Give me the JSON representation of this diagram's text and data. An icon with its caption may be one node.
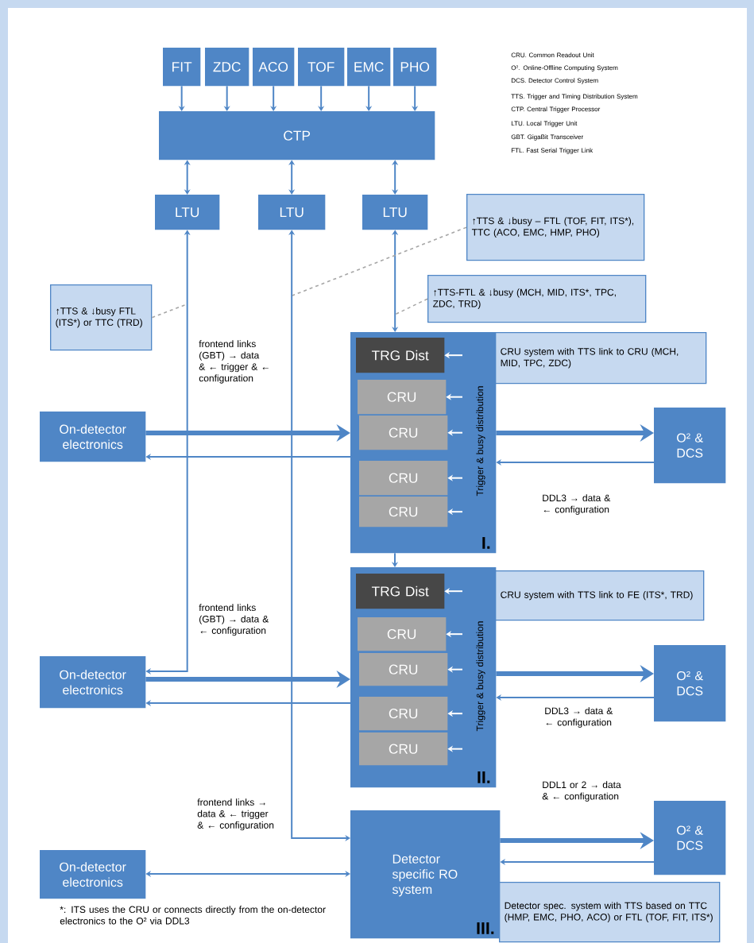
{
  "diagram": {
    "nodes": [
      {
        "text": [
          "FIT"
        ]
      },
      {
        "text": [
          "ZDC"
        ]
      },
      {
        "text": [
          "ACO"
        ]
      },
      {
        "text": [
          "TOF"
        ]
      },
      {
        "text": [
          "EMC"
        ]
      },
      {
        "text": [
          "PHO"
        ]
      },
      {
        "text": [
          "CTP"
        ]
      },
      {
        "text": [
          "LTU"
        ]
      },
      {
        "text": [
          "LTU"
        ]
      },
      {
        "text": [
          "LTU"
        ]
      },
      {
        "text": [
          "↑TTS & ↓busy – FTL (TOF, FIT, ITS*), TTC (ACO, EMC, HMP, PHO)"
        ]
      },
      {
        "text": [
          "↑TTS & ↓busy FTL (ITS*) or TTC (TRD)"
        ]
      },
      {
        "text": [
          "↑TTS-FTL & ↓busy (MCH, MID, ITS*, TPC, ZDC, TRD)"
        ]
      },
      {
        "text": [
          "Trigger & busy distribution",
          "I."
        ]
      },
      {
        "text": [
          "TRG Dist"
        ],
        "in": 13
      },
      {
        "text": [
          "CRU"
        ],
        "in": 13
      },
      {
        "text": [
          "CRU"
        ],
        "in": 13
      },
      {
        "text": [
          "CRU"
        ],
        "in": 13
      },
      {
        "text": [
          "CRU"
        ],
        "in": 13
      },
      {
        "text": [
          "CRU system with TTS link to CRU (MCH, MID, TPC, ZDC)"
        ]
      },
      {
        "text": [
          "On-detector electronics"
        ]
      },
      {
        "text": [
          "O² & DCS"
        ]
      },
      {
        "text": [
          "Trigger & busy distribution",
          "II."
        ]
      },
      {
        "text": [
          "TRG Dist"
        ],
        "in": 22
      },
      {
        "text": [
          "CRU"
        ],
        "in": 22
      },
      {
        "text": [
          "CRU"
        ],
        "in": 22
      },
      {
        "text": [
          "CRU"
        ],
        "in": 22
      },
      {
        "text": [
          "CRU"
        ],
        "in": 22
      },
      {
        "text": [
          "CRU system with TTS link to FE (ITS*, TRD)"
        ]
      },
      {
        "text": [
          "On-detector electronics"
        ]
      },
      {
        "text": [
          "O² & DCS"
        ]
      },
      {
        "text": [
          "Detector specific RO system",
          "III."
        ]
      },
      {
        "text": [
          "On-detector electronics"
        ]
      },
      {
        "text": [
          "O² & DCS"
        ]
      },
      {
        "text": [
          "Detector spec. system with TTS based on TTC (HMP, EMC, PHO, ACO) or FTL (TOF, FIT, ITS*)"
        ]
      }
    ],
    "edges": [
      {
        "from": 0,
        "to": 6,
        "arrow": "to"
      },
      {
        "from": 1,
        "to": 6,
        "arrow": "to"
      },
      {
        "from": 2,
        "to": 6,
        "arrow": "to"
      },
      {
        "from": 3,
        "to": 6,
        "arrow": "to"
      },
      {
        "from": 4,
        "to": 6,
        "arrow": "to"
      },
      {
        "from": 5,
        "to": 6,
        "arrow": "to"
      },
      {
        "from": 6,
        "to": 7,
        "arrow": "both"
      },
      {
        "from": 6,
        "to": 8,
        "arrow": "both"
      },
      {
        "from": 6,
        "to": 9,
        "arrow": "both"
      },
      {
        "from": 7,
        "to": 29,
        "arrow": "both"
      },
      {
        "from": 8,
        "to": 31,
        "arrow": "both"
      },
      {
        "from": 9,
        "to": 13,
        "arrow": "both"
      },
      {
        "from": 13,
        "to": 22,
        "arrow": "to"
      },
      {
        "from": 20,
        "to": 13,
        "arrow": "to",
        "style": "thick"
      },
      {
        "from": 13,
        "to": 20,
        "arrow": "to"
      },
      {
        "from": 13,
        "to": 21,
        "arrow": "to",
        "style": "thick"
      },
      {
        "from": 21,
        "to": 13,
        "arrow": "to"
      },
      {
        "from": 29,
        "to": 22,
        "arrow": "to",
        "style": "thick"
      },
      {
        "from": 22,
        "to": 29,
        "arrow": "to"
      },
      {
        "from": 22,
        "to": 30,
        "arrow": "to",
        "style": "thick"
      },
      {
        "from": 30,
        "to": 22,
        "arrow": "to"
      },
      {
        "from": 32,
        "to": 31,
        "arrow": "both"
      },
      {
        "from": 31,
        "to": 33,
        "arrow": "to",
        "style": "thick"
      },
      {
        "from": 33,
        "to": 31,
        "arrow": "to"
      },
      {
        "from": 11,
        "to": null,
        "arrow": "none",
        "style": "dashed",
        "color": "#a6a6a6"
      },
      {
        "from": 10,
        "to": null,
        "arrow": "none",
        "style": "dashed",
        "color": "#a6a6a6"
      },
      {
        "from": 12,
        "to": null,
        "arrow": "none",
        "style": "dashed",
        "color": "#a6a6a6"
      },
      {
        "from": null,
        "to": 14,
        "arrow": "to",
        "color": "#ffffff"
      },
      {
        "from": null,
        "to": 15,
        "arrow": "to",
        "color": "#ffffff"
      },
      {
        "from": null,
        "to": 16,
        "arrow": "to",
        "color": "#ffffff"
      },
      {
        "from": null,
        "to": 17,
        "arrow": "to",
        "color": "#ffffff"
      },
      {
        "from": null,
        "to": 18,
        "arrow": "to",
        "color": "#ffffff"
      },
      {
        "from": null,
        "to": 23,
        "arrow": "to",
        "color": "#ffffff"
      },
      {
        "from": null,
        "to": 24,
        "arrow": "to",
        "color": "#ffffff"
      },
      {
        "from": null,
        "to": 25,
        "arrow": "to",
        "color": "#ffffff"
      },
      {
        "from": null,
        "to": 26,
        "arrow": "to",
        "color": "#ffffff"
      },
      {
        "from": null,
        "to": 27,
        "arrow": "to",
        "color": "#ffffff"
      }
    ],
    "labels": [
      "CRU. Common Readout Unit",
      "O². Online-Offline Computing System",
      "DCS. Detector Control System",
      "TTS. Trigger and Timing Distribution System",
      "CTP. Central Trigger Processor",
      "LTU. Local Trigger Unit",
      "GBT. GigaBit Transceiver",
      "FTL. Fast Serial Trigger Link",
      "frontend links (GBT) → data & ← trigger & ← configuration",
      "DDL3 → data & ← configuration",
      "frontend links (GBT) → data & ← configuration",
      "DDL3 → data & ← configuration",
      "DDL1 or 2 → data & ← configuration",
      "frontend links → data & ← trigger & ← configuration",
      "*: ITS uses the CRU or connects directly from the on-detector electronics to the O² via DDL3"
    ]
  }
}
